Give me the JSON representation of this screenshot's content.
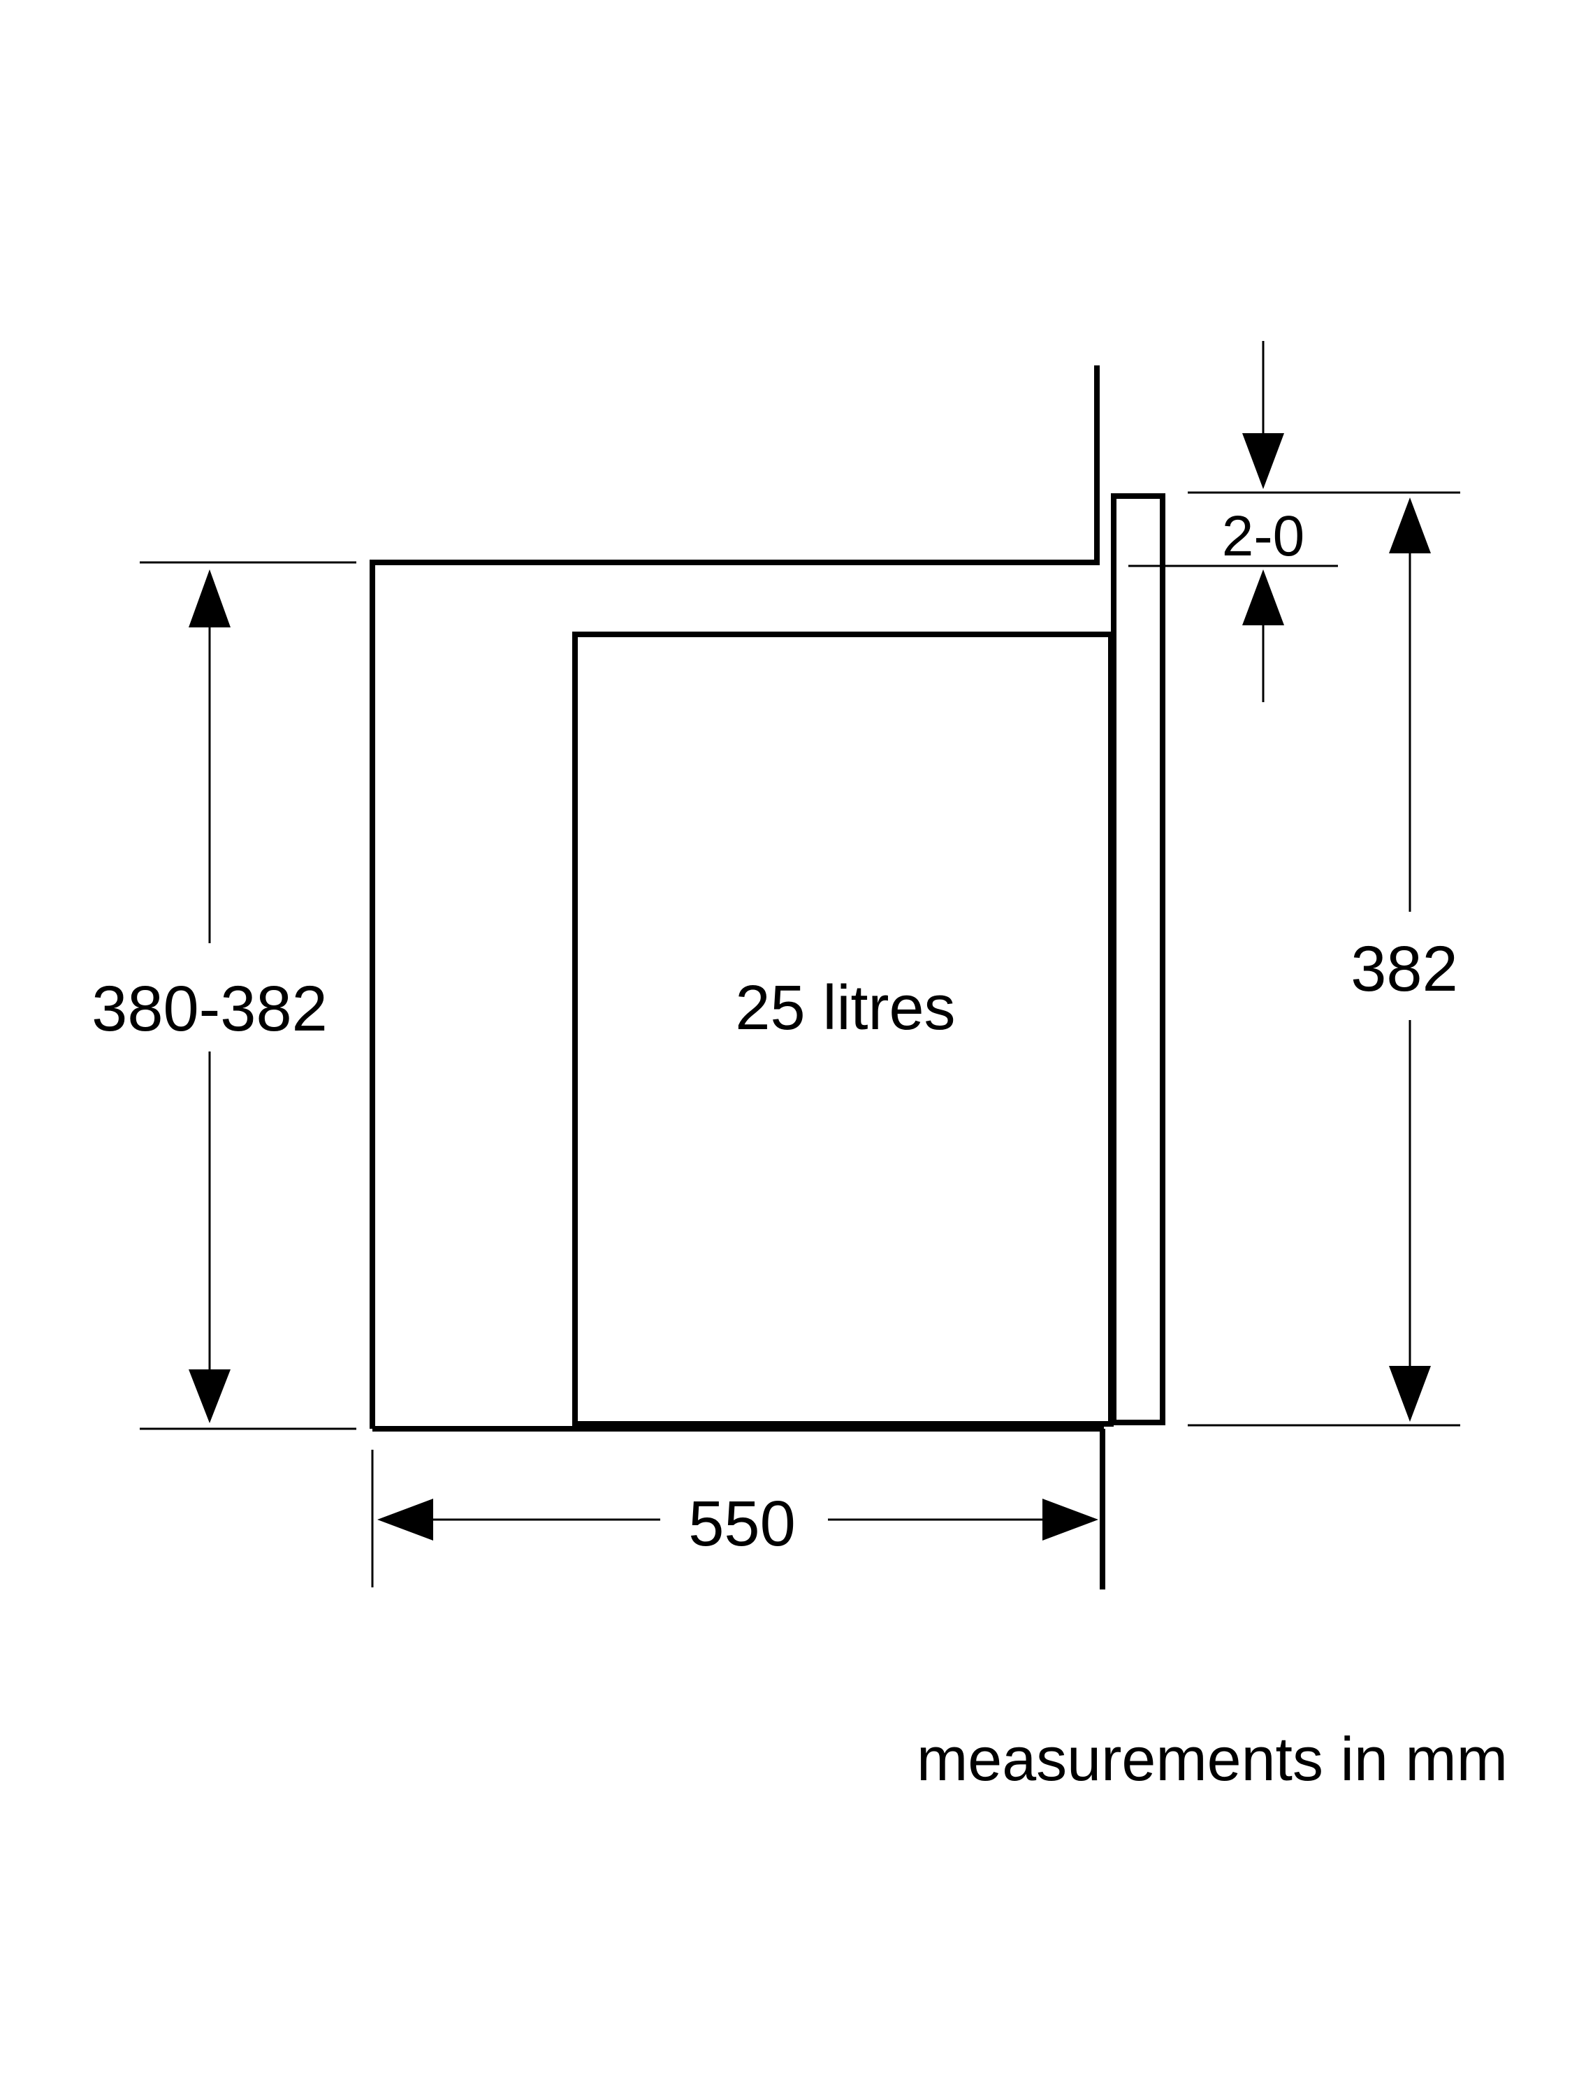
{
  "diagram": {
    "labels": {
      "height_range": "380-382",
      "capacity": "25 litres",
      "front_height": "382",
      "gap": "2-0",
      "depth": "550",
      "units_note": "measurements in mm"
    },
    "colors": {
      "stroke": "#000000",
      "background": "#ffffff"
    }
  }
}
